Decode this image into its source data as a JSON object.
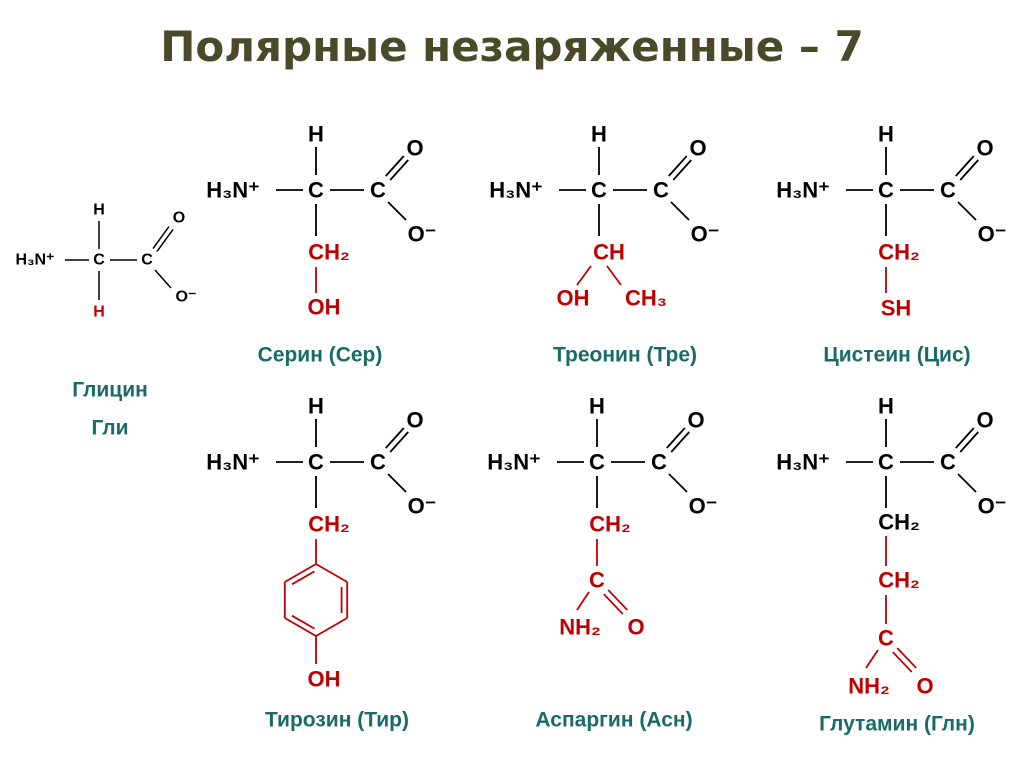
{
  "title": "Полярные незаряженные – 7",
  "colors": {
    "title": "#4a4a2a",
    "label": "#1a6a6a",
    "backbone": "#000000",
    "side_chain": "#c00000"
  },
  "atoms": {
    "H": "H",
    "C": "C",
    "O": "O",
    "O_minus": "O⁻",
    "amino": "H₃N⁺",
    "CH2": "CH₂",
    "CH": "CH",
    "CH3": "CH₃",
    "OH": "OH",
    "SH": "SH",
    "NH2": "NH₂"
  },
  "amino_acids": {
    "glycine": {
      "name": "Глицин",
      "abbr": "Гли"
    },
    "serine": {
      "label": "Серин (Сер)"
    },
    "threonine": {
      "label": "Треонин  (Тре)"
    },
    "cysteine": {
      "label": "Цистеин  (Цис)"
    },
    "tyrosine": {
      "label": "Тирозин  (Тир)"
    },
    "asparagine": {
      "label": "Аспаргин  (Асн)"
    },
    "glutamine": {
      "label": "Глутамин  (Глн)"
    }
  }
}
